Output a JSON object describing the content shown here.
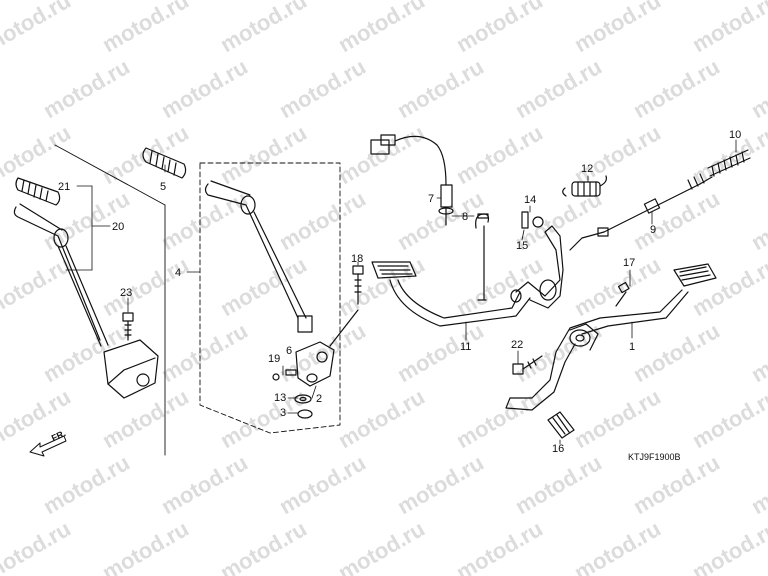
{
  "diagram": {
    "code": "KTJ9F1900B",
    "front_label": "FR.",
    "watermark": "motod.ru",
    "parts": [
      {
        "id": "p1",
        "label": "1"
      },
      {
        "id": "p2",
        "label": "2"
      },
      {
        "id": "p3",
        "label": "3"
      },
      {
        "id": "p4",
        "label": "4"
      },
      {
        "id": "p5",
        "label": "5"
      },
      {
        "id": "p6",
        "label": "6"
      },
      {
        "id": "p7",
        "label": "7"
      },
      {
        "id": "p8",
        "label": "8"
      },
      {
        "id": "p9",
        "label": "9"
      },
      {
        "id": "p10",
        "label": "10"
      },
      {
        "id": "p11",
        "label": "11"
      },
      {
        "id": "p12",
        "label": "12"
      },
      {
        "id": "p13",
        "label": "13"
      },
      {
        "id": "p14",
        "label": "14"
      },
      {
        "id": "p15",
        "label": "15"
      },
      {
        "id": "p16",
        "label": "16"
      },
      {
        "id": "p17",
        "label": "17"
      },
      {
        "id": "p18",
        "label": "18"
      },
      {
        "id": "p19",
        "label": "19"
      },
      {
        "id": "p20",
        "label": "20"
      },
      {
        "id": "p21",
        "label": "21"
      },
      {
        "id": "p22",
        "label": "22"
      },
      {
        "id": "p23",
        "label": "23"
      }
    ]
  }
}
